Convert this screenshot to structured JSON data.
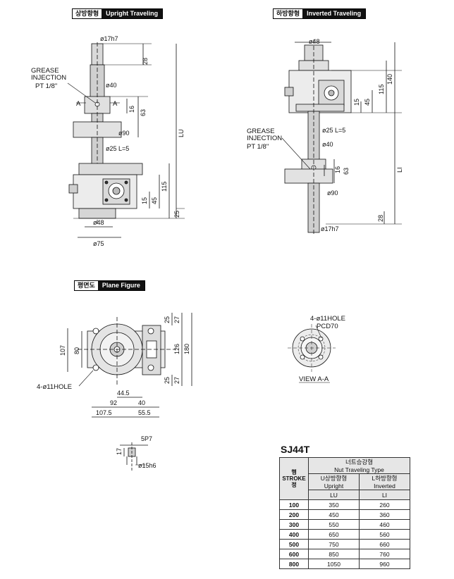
{
  "labels": {
    "upright_ko": "상방향형",
    "upright_en": "Upright Traveling",
    "inverted_ko": "하방향형",
    "inverted_en": "Inverted Traveling",
    "plane_ko": "평면도",
    "plane_en": "Plane Figure",
    "grease_line1": "GREASE",
    "grease_line2": "INJECTION",
    "grease_line3": "PT 1/8\"",
    "view_aa": "VIEW A-A",
    "hole_label": "4-ø11HOLE",
    "pcd": "PCD70",
    "section_a": "A"
  },
  "dims_upright": {
    "d17": "ø17h7",
    "d28": "28",
    "d40": "ø40",
    "d16": "16",
    "d63": "63",
    "d90": "ø90",
    "d25l5": "ø25 L=5",
    "lu": "LU",
    "d115": "115",
    "d45": "45",
    "d15": "15",
    "d25": "25",
    "d48": "ø48",
    "d75": "ø75"
  },
  "dims_inverted": {
    "d48": "ø48",
    "d115": "115",
    "d140": "140",
    "d45": "45",
    "d15": "15",
    "d25l5": "ø25 L=5",
    "d40": "ø40",
    "d16": "16",
    "d63": "63",
    "d90": "ø90",
    "li": "LI",
    "d28": "28",
    "d17": "ø17h7"
  },
  "dims_plane": {
    "d107": "107",
    "d80": "80",
    "d25a": "25",
    "d27a": "27",
    "d126": "126",
    "d180": "180",
    "d25b": "25",
    "d27b": "27",
    "d44_5": "44.5",
    "d92": "92",
    "d40": "40",
    "d107_5": "107.5",
    "d55_5": "55.5"
  },
  "dims_key": {
    "d5": "5P7",
    "d17": "17",
    "d15": "ø15h6"
  },
  "table": {
    "model": "SJ44T",
    "stroke_label": "행 STROKE 정",
    "group_ko": "너트승강형",
    "group_en": "Nut Traveling Type",
    "col_u_ko": "U상방향형",
    "col_u_en": "Upright",
    "col_l_ko": "L하방향형",
    "col_l_en": "Inverted",
    "col_u_sym": "LU",
    "col_l_sym": "LI",
    "rows": [
      {
        "stroke": "100",
        "lu": "350",
        "li": "260"
      },
      {
        "stroke": "200",
        "lu": "450",
        "li": "360"
      },
      {
        "stroke": "300",
        "lu": "550",
        "li": "460"
      },
      {
        "stroke": "400",
        "lu": "650",
        "li": "560"
      },
      {
        "stroke": "500",
        "lu": "750",
        "li": "660"
      },
      {
        "stroke": "600",
        "lu": "850",
        "li": "760"
      },
      {
        "stroke": "800",
        "lu": "1050",
        "li": "960"
      }
    ]
  }
}
